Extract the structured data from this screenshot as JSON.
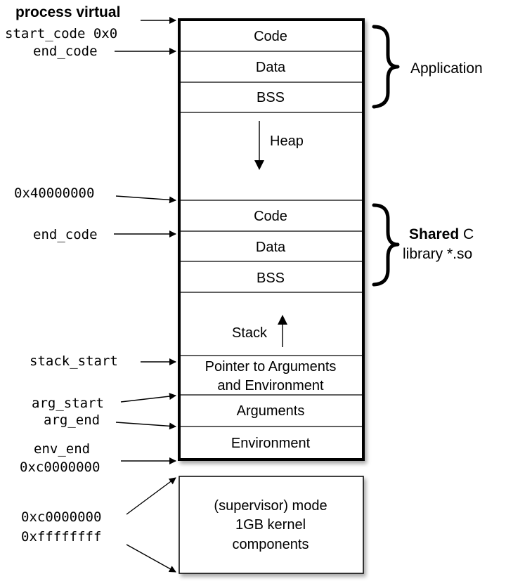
{
  "title": "process virtual",
  "regions": {
    "app_code": "Code",
    "app_data": "Data",
    "app_bss": "BSS",
    "heap": "Heap",
    "lib_code": "Code",
    "lib_data": "Data",
    "lib_bss": "BSS",
    "stack": "Stack",
    "pointer_line1": "Pointer to Arguments",
    "pointer_line2": "and Environment",
    "arguments": "Arguments",
    "environment": "Environment"
  },
  "kernel": {
    "line1": "(supervisor) mode",
    "line2": "1GB kernel",
    "line3": "components"
  },
  "address_labels": {
    "start_code": "start_code 0x0",
    "end_code_app": "end_code",
    "lib_base": "0x40000000",
    "end_code_lib": "end_code",
    "stack_start": "stack_start",
    "arg_start": "arg_start",
    "arg_end": "arg_end",
    "env_end": "env_end",
    "user_top": "0xc0000000",
    "kernel_start": "0xc0000000",
    "kernel_end": "0xffffffff"
  },
  "groups": {
    "application": "Application",
    "shared_bold": "Shared",
    "shared_rest": " C",
    "shared_line2": "library *.so"
  }
}
